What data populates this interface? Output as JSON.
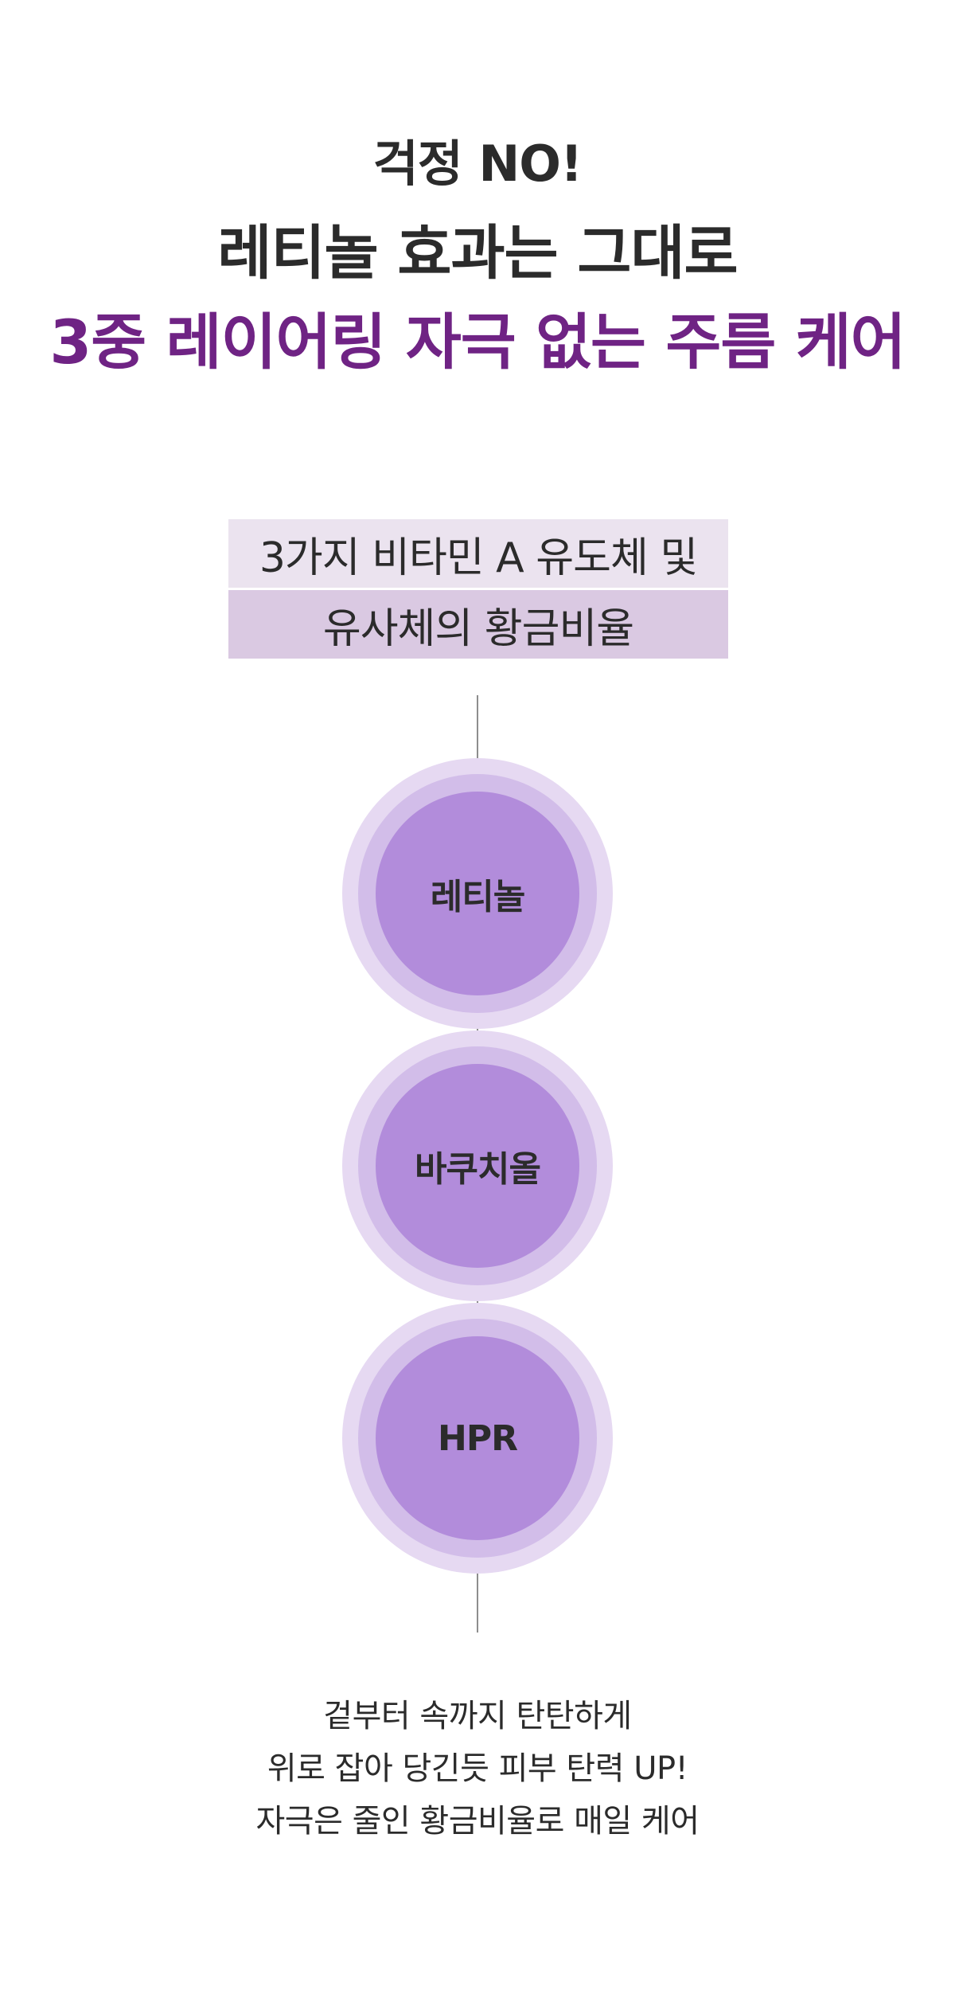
{
  "heading": {
    "line1": "걱정 NO!",
    "line2": "레티놀 효과는 그대로",
    "line3": "3중 레이어링 자극 없는 주름 케어"
  },
  "ratio_label": {
    "line1": "3가지 비타민 A 유도체 및",
    "line2": "유사체의 황금비율"
  },
  "ingredients": [
    {
      "label": "레티놀"
    },
    {
      "label": "바쿠치올"
    },
    {
      "label": "HPR"
    }
  ],
  "description": {
    "line1": "겉부터 속까지 탄탄하게",
    "line2": "위로 잡아 당긴듯 피부 탄력 UP!",
    "line3": "자극은 줄인 황금비율로 매일 케어"
  },
  "colors": {
    "accent": "#6f2384",
    "circle_outer": "#e6d9f2",
    "circle_mid": "#d2bde9",
    "circle_inner": "#b28cdb",
    "label_box_top": "#ebe3ef",
    "label_box_bottom": "#dac9e2"
  }
}
